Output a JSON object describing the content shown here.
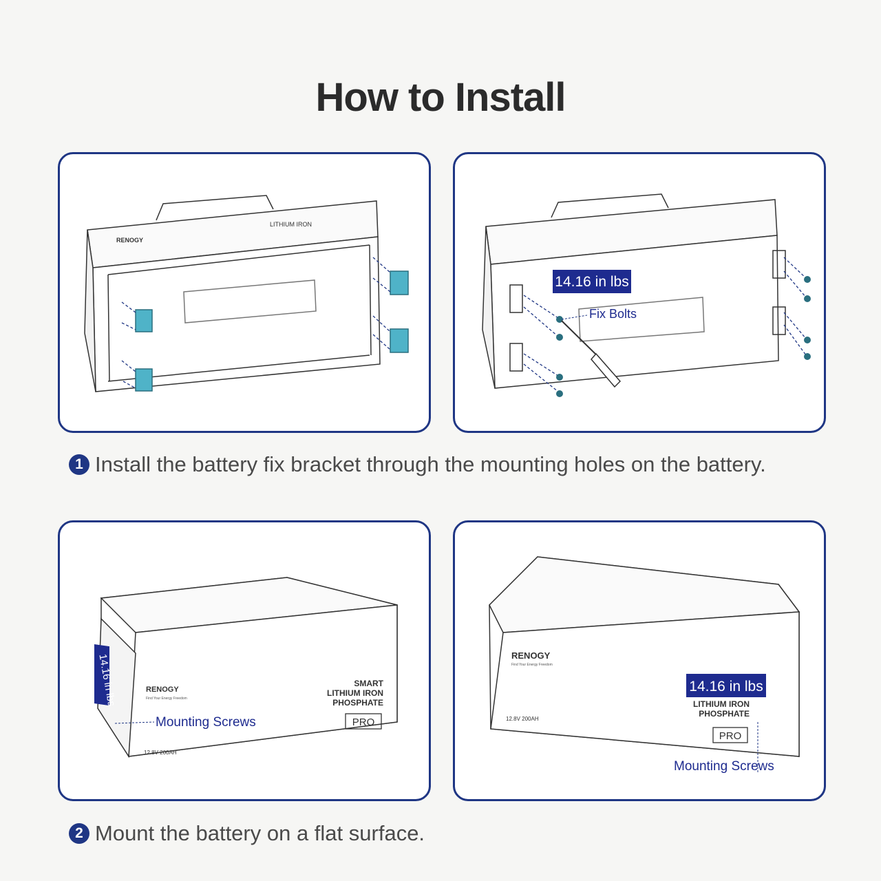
{
  "title": "How to Install",
  "battery": {
    "brand": "RENOGY",
    "tagline": "Find Your Energy Freedom",
    "line1": "SMART",
    "line2": "LITHIUM IRON",
    "line3": "PHOSPHATE",
    "badge": "PRO",
    "spec": "12.8V 200AH"
  },
  "callouts": {
    "torque": "14.16 in lbs",
    "fix_bolts": "Fix Bolts",
    "mounting_screws": "Mounting Screws"
  },
  "steps": [
    {
      "number": "1",
      "text": "Install the battery fix bracket through the mounting holes on the battery."
    },
    {
      "number": "2",
      "text": "Mount the battery on a flat surface."
    }
  ],
  "colors": {
    "frame": "#1f3684",
    "bracket": "#4fb3c8",
    "callout_bg": "#1e2b8f"
  }
}
